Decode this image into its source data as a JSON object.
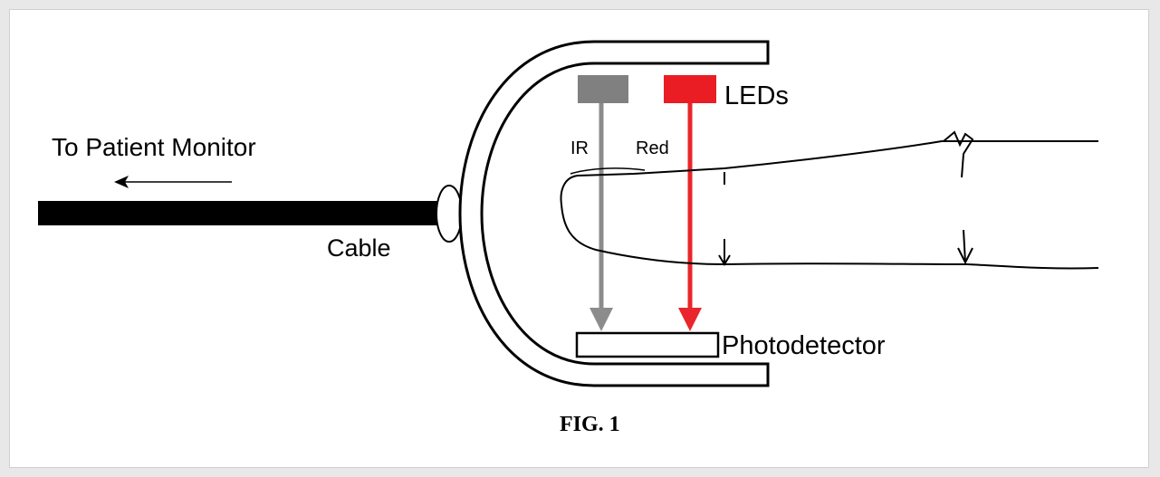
{
  "labels": {
    "monitor": "To Patient Monitor",
    "cable": "Cable",
    "leds": "LEDs",
    "ir": "IR",
    "red": "Red",
    "photodetector": "Photodetector",
    "figure": "FIG. 1"
  },
  "colors": {
    "background": "#e8e8e8",
    "ir_led": "#808080",
    "red_led": "#ea1c24",
    "ir_beam": "#8c8c8c",
    "red_beam": "#e8262b",
    "cable": "#000000"
  }
}
